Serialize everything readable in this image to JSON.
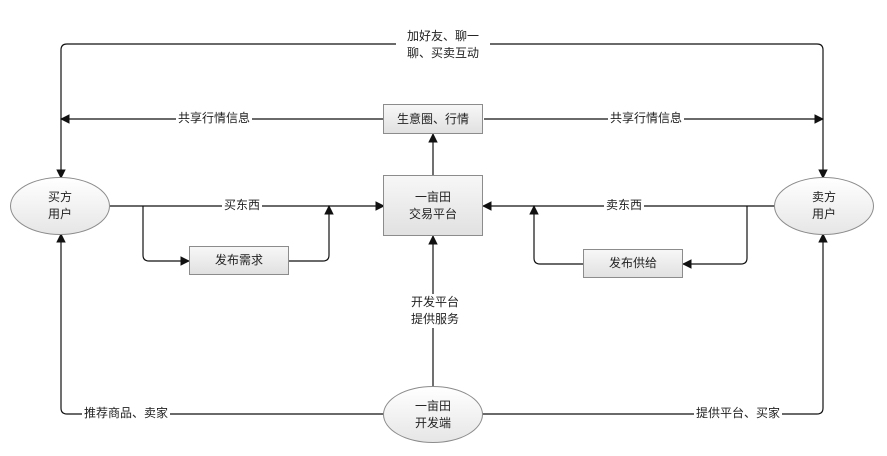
{
  "nodes": {
    "buyer": [
      "买方",
      "用户"
    ],
    "seller": [
      "卖方",
      "用户"
    ],
    "platform": [
      "一亩田",
      "交易平台"
    ],
    "developer": [
      "一亩田",
      "开发端"
    ],
    "circle": "生意圈、行情",
    "publish_demand": "发布需求",
    "publish_supply": "发布供给"
  },
  "labels": {
    "top_interaction": [
      "加好友、聊一",
      "聊、买卖互动"
    ],
    "share_left": "共享行情信息",
    "share_right": "共享行情信息",
    "buy": "买东西",
    "sell": "卖东西",
    "dev_service": [
      "开发平台",
      "提供服务"
    ],
    "recommend": "推荐商品、卖家",
    "provide": "提供平台、买家"
  }
}
